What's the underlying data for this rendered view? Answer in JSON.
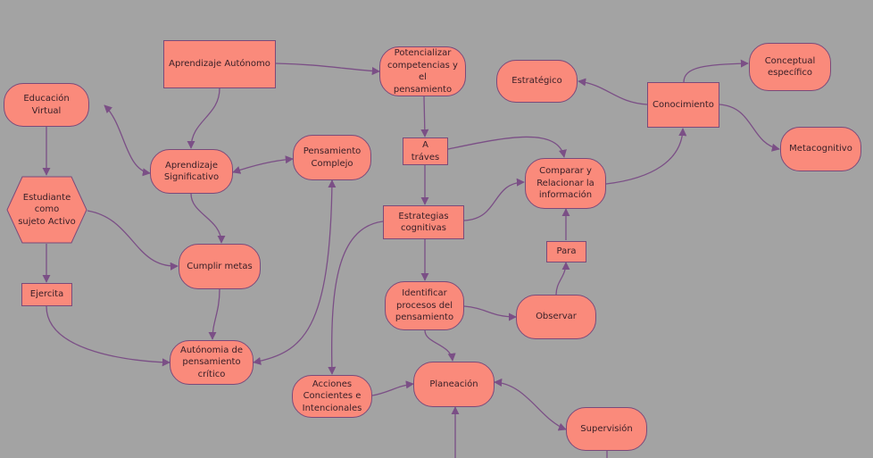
{
  "colors": {
    "background": "#a3a3a3",
    "node_fill": "#fa8a7b",
    "node_border": "#7a4a7a",
    "edge": "#7b4f86",
    "text": "#3a2028"
  },
  "nodes": {
    "aprendizaje_autonomo": "Aprendizaje Autónomo",
    "potencializar": "Potencializar\ncompetencias y el\npensamiento",
    "estrategico": "Estratégico",
    "conocimiento": "Conocimiento",
    "conceptual": "Conceptual\nespecífico",
    "metacognitivo": "Metacognitivo",
    "educacion_virtual": "Educación Virtual",
    "aprendizaje_significativo": "Aprendizaje\nSignificativo",
    "pensamiento_complejo": "Pensamiento\nComplejo",
    "a_traves": "A tráves",
    "comparar": "Comparar y\nRelacionar la\ninformación",
    "estudiante_activo": "Estudiante como\nsujeto Activo",
    "estrategias_cognitivas": "Estrategias\ncognitivas",
    "cumplir_metas": "Cumplir metas",
    "para": "Para",
    "ejercita": "Ejercita",
    "identificar": "Identificar\nprocesos del\npensamiento",
    "observar": "Observar",
    "autonomia_critico": "Autónomia de\npensamiento\ncrítico",
    "acciones": "Acciones\nConcientes e\nIntencionales",
    "planeacion": "Planeación",
    "supervision": "Supervisión"
  }
}
